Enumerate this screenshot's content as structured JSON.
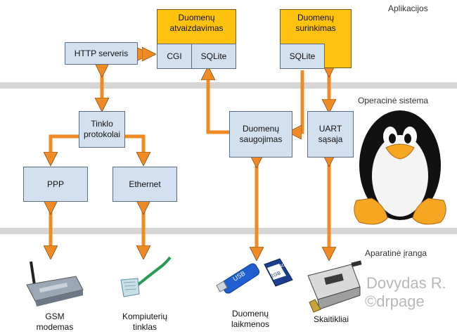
{
  "layers": {
    "applications": "Aplikacijos",
    "os": "Operacinė sistema",
    "hardware": "Aparatinė įranga"
  },
  "boxes": {
    "http_server": "HTTP serveris",
    "display_title_1": "Duomenų",
    "display_title_2": "atvaizdavimas",
    "cgi": "CGI",
    "sqlite_display": "SQLite",
    "collect_title_1": "Duomenų",
    "collect_title_2": "surinkimas",
    "sqlite_collect": "SQLite",
    "net_protocols_1": "Tinklo",
    "net_protocols_2": "protokolai",
    "storage_1": "Duomenų",
    "storage_2": "saugojimas",
    "uart_1": "UART",
    "uart_2": "sąsaja",
    "ppp": "PPP",
    "ethernet": "Ethernet"
  },
  "captions": {
    "gsm_1": "GSM",
    "gsm_2": "modemas",
    "network_1": "Kompiuterių",
    "network_2": "tinklas",
    "media_1": "Duomenų",
    "media_2": "laikmenos",
    "meters": "Skaitikliai"
  },
  "images": {
    "usb_text": "USB",
    "sd_text": "SD",
    "sd_capacity": "1GB"
  },
  "watermark": {
    "line1": "Dovydas R.",
    "line2": "©drpage"
  },
  "colors": {
    "box_fill": "#d3e0ef",
    "app_fill": "#ffc20e",
    "arrow": "#f08a24",
    "band": "#d6d6d6"
  },
  "icons": [
    "gsm-modem-icon",
    "rj45-cable-icon",
    "usb-drive-icon",
    "sd-card-icon",
    "meter-icon",
    "tux-penguin-icon"
  ]
}
